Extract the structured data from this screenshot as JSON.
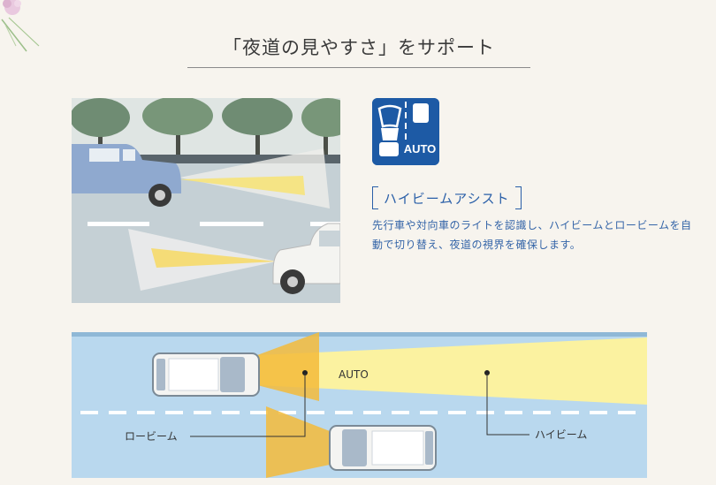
{
  "header": {
    "title": "「夜道の見やすさ」をサポート"
  },
  "feature": {
    "badge_label": "AUTO",
    "badge_icon": "high-beam-assist-icon",
    "title": "ハイビームアシスト",
    "description": "先行車や対向車のライトを認識し、ハイビームとロービームを自動で切り替え、夜道の視界を確保します。"
  },
  "diagram": {
    "auto_label": "AUTO",
    "low_beam_label": "ロービーム",
    "high_beam_label": "ハイビーム"
  },
  "colors": {
    "accent": "#2a5fa8",
    "badge": "#1d5aa5",
    "road_blue": "#b9d8ee",
    "high_beam": "#fbf2a0",
    "low_beam": "#f3bb3a"
  }
}
